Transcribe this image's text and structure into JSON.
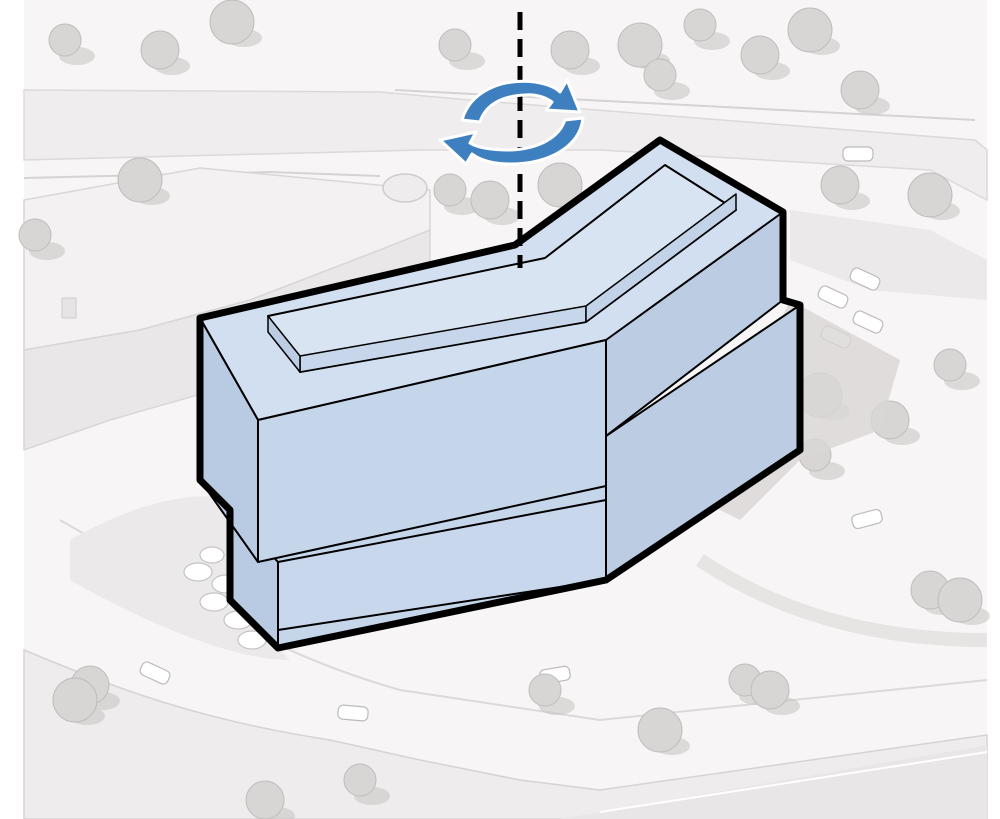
{
  "scene": {
    "subject": "massing-building",
    "overlay": "rotation-axis",
    "colors": {
      "page": "#ffffff",
      "ground": "#f7f5f5",
      "road": "#eeecec",
      "path": "#f1efef",
      "curb": "#d6d3d3",
      "tree": "#d8d5d5",
      "tree_shadow": "#c9c6c6",
      "building_top": "#d2dff0",
      "building_front": "#c5d5ea",
      "building_side": "#b9cbe2",
      "building_outline": "#000000",
      "rotate_arrow": "#3e7fc0",
      "rotate_arrow_outline": "#ffffff"
    },
    "icons": {
      "rotate": "rotate-arrows-icon",
      "axis": "vertical-axis-line"
    }
  }
}
